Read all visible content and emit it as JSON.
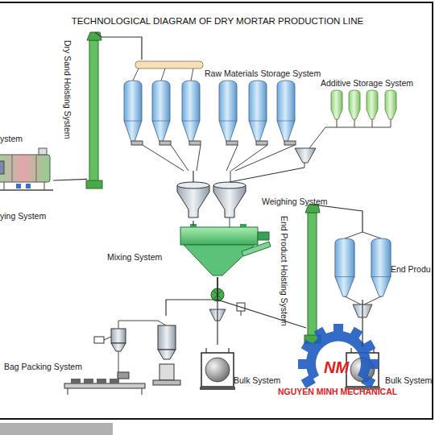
{
  "diagram": {
    "title": "TECHNOLOGICAL DIAGRAM OF DRY MORTAR PRODUCTION LINE",
    "nodes": [
      {
        "text": [
          "ying System"
        ]
      },
      {
        "text": [
          "Dry Sand Hoisting System"
        ]
      },
      {
        "text": [
          "Raw Materials Storage System"
        ]
      },
      {
        "text": [
          "Additive Storage System"
        ]
      },
      {
        "text": [
          "Weighing System"
        ]
      },
      {
        "text": [
          "Mixing System"
        ]
      },
      {
        "text": [
          "Bag Packing System"
        ]
      },
      {
        "text": [
          "Bulk System"
        ]
      },
      {
        "text": [
          "End Product Hoisting System"
        ]
      },
      {
        "text": [
          "End Produ"
        ]
      },
      {
        "text": [
          "Bulk System"
        ]
      }
    ],
    "edges": [
      {
        "from": 0,
        "to": 1,
        "arrow": "none"
      },
      {
        "from": 1,
        "to": 2,
        "arrow": "none"
      },
      {
        "from": 2,
        "to": 4,
        "arrow": "none"
      },
      {
        "from": 3,
        "to": 4,
        "arrow": "none"
      },
      {
        "from": 4,
        "to": 5,
        "arrow": "none"
      },
      {
        "from": 5,
        "to": 6,
        "arrow": "none"
      },
      {
        "from": 5,
        "to": 7,
        "arrow": "none"
      },
      {
        "from": 5,
        "to": 8,
        "arrow": "none"
      },
      {
        "from": 8,
        "to": 9,
        "arrow": "none"
      },
      {
        "from": 9,
        "to": 10,
        "arrow": "none"
      }
    ],
    "labels": [
      "ystem",
      "NM",
      "NGUYEN MINH MECHANICAL"
    ]
  }
}
